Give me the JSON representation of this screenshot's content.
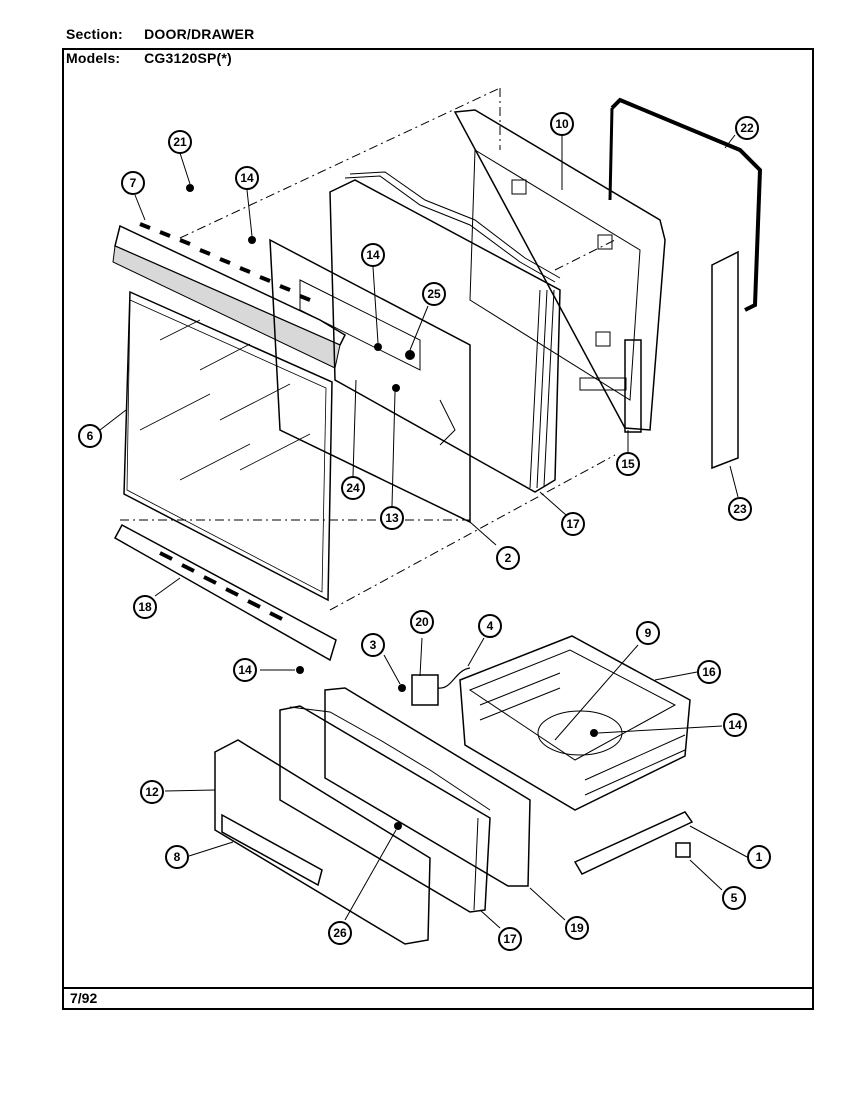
{
  "header": {
    "section_label": "Section:",
    "section_value": "DOOR/DRAWER",
    "models_label": "Models:",
    "models_value": "CG3120SP(*)"
  },
  "footer": {
    "date": "7/92"
  },
  "callouts": [
    {
      "id": "c21",
      "num": "21"
    },
    {
      "id": "c7",
      "num": "7"
    },
    {
      "id": "c14a",
      "num": "14"
    },
    {
      "id": "c10",
      "num": "10"
    },
    {
      "id": "c22",
      "num": "22"
    },
    {
      "id": "c14b",
      "num": "14"
    },
    {
      "id": "c25",
      "num": "25"
    },
    {
      "id": "c6",
      "num": "6"
    },
    {
      "id": "c24",
      "num": "24"
    },
    {
      "id": "c13",
      "num": "13"
    },
    {
      "id": "c15",
      "num": "15"
    },
    {
      "id": "c17a",
      "num": "17"
    },
    {
      "id": "c23",
      "num": "23"
    },
    {
      "id": "c2",
      "num": "2"
    },
    {
      "id": "c18",
      "num": "18"
    },
    {
      "id": "c14c",
      "num": "14"
    },
    {
      "id": "c3",
      "num": "3"
    },
    {
      "id": "c20",
      "num": "20"
    },
    {
      "id": "c4",
      "num": "4"
    },
    {
      "id": "c9",
      "num": "9"
    },
    {
      "id": "c16",
      "num": "16"
    },
    {
      "id": "c14d",
      "num": "14"
    },
    {
      "id": "c12",
      "num": "12"
    },
    {
      "id": "c8",
      "num": "8"
    },
    {
      "id": "c1",
      "num": "1"
    },
    {
      "id": "c5",
      "num": "5"
    },
    {
      "id": "c26",
      "num": "26"
    },
    {
      "id": "c17b",
      "num": "17"
    },
    {
      "id": "c19",
      "num": "19"
    }
  ]
}
